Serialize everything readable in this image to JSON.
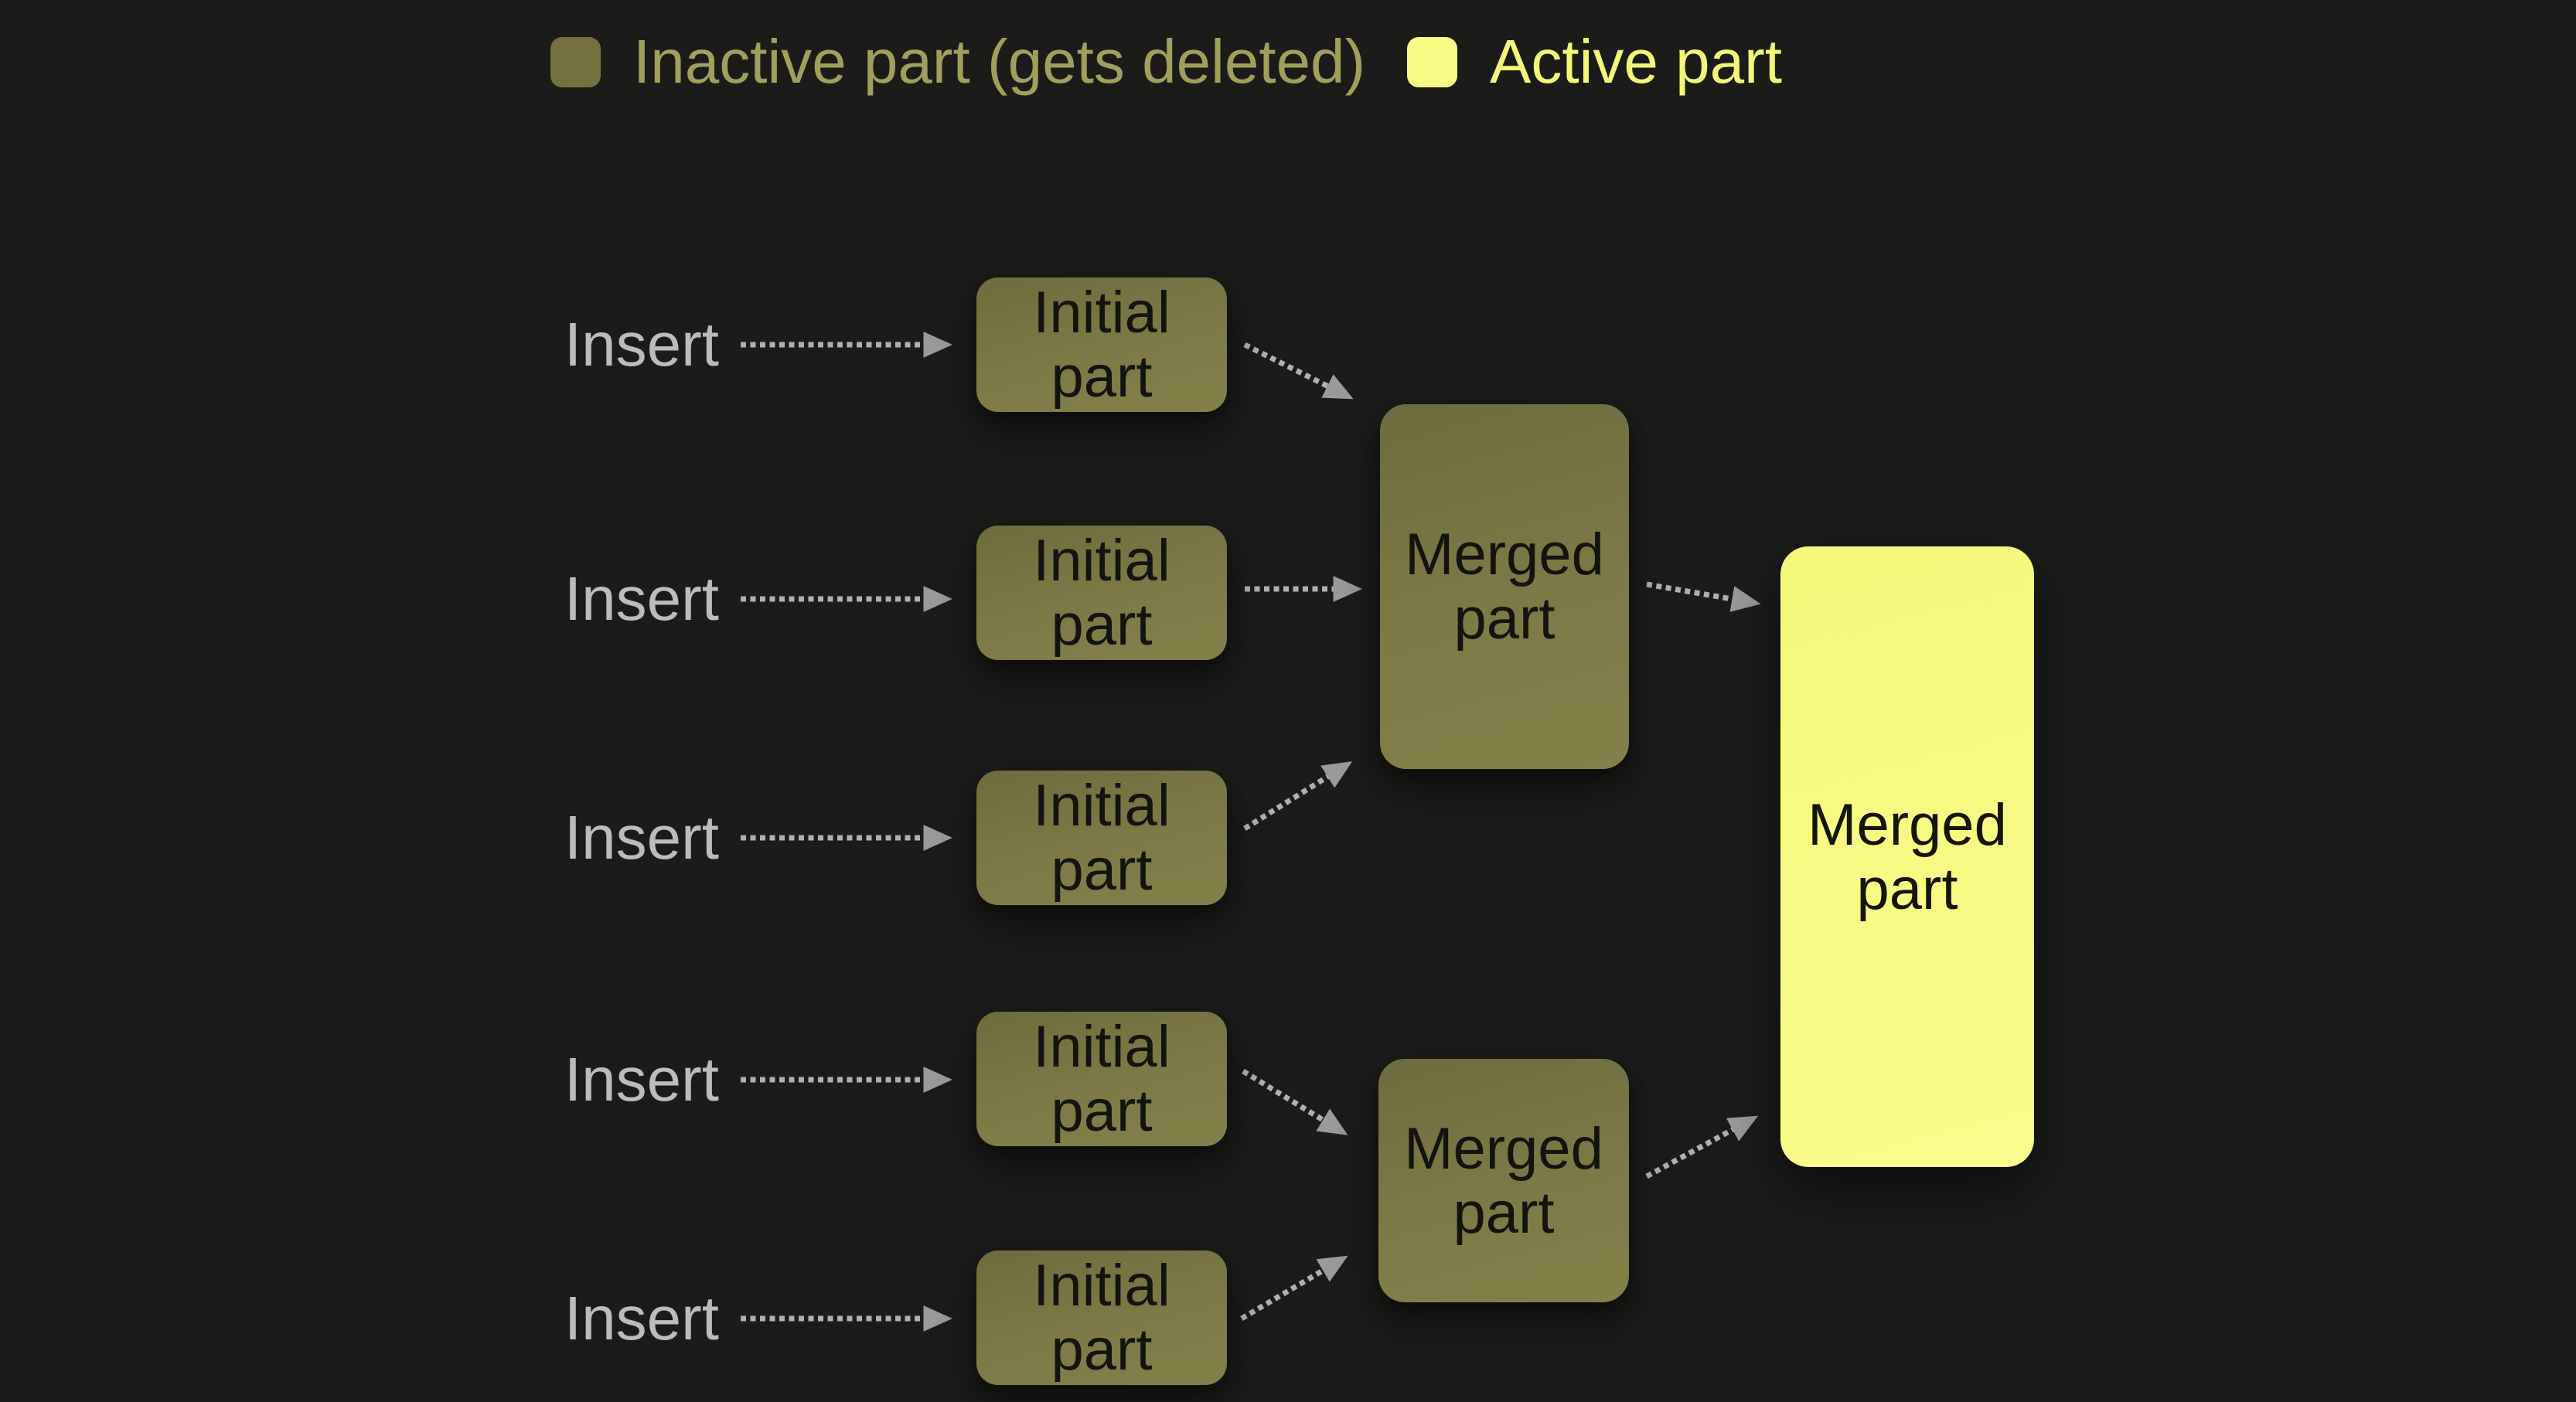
{
  "colors": {
    "background": "#1b1b19",
    "inactive_part_fill": "#7c7946",
    "active_part_fill": "#f9fb85",
    "inactive_legend_text": "#a19f5c",
    "active_legend_text": "#f4f678",
    "insert_text": "#bcbcbc",
    "box_text": "#131310",
    "arrow": "#b0b0b0",
    "arrowhead": "#9a9a9a"
  },
  "legend": {
    "items": [
      {
        "label": "Inactive part (gets deleted)",
        "state": "inactive",
        "swatch_color": "#74713e"
      },
      {
        "label": "Active part",
        "state": "active",
        "swatch_color": "#fafc85"
      }
    ]
  },
  "rows": [
    {
      "insert_label": "Insert"
    },
    {
      "insert_label": "Insert"
    },
    {
      "insert_label": "Insert"
    },
    {
      "insert_label": "Insert"
    },
    {
      "insert_label": "Insert"
    }
  ],
  "boxes": {
    "initial": {
      "line1": "Initial",
      "line2": "part",
      "count": 5,
      "state": "inactive"
    },
    "merged_inactive": {
      "line1": "Merged",
      "line2": "part",
      "count": 2,
      "state": "inactive"
    },
    "merged_active": {
      "line1": "Merged",
      "line2": "part",
      "count": 1,
      "state": "active"
    }
  }
}
